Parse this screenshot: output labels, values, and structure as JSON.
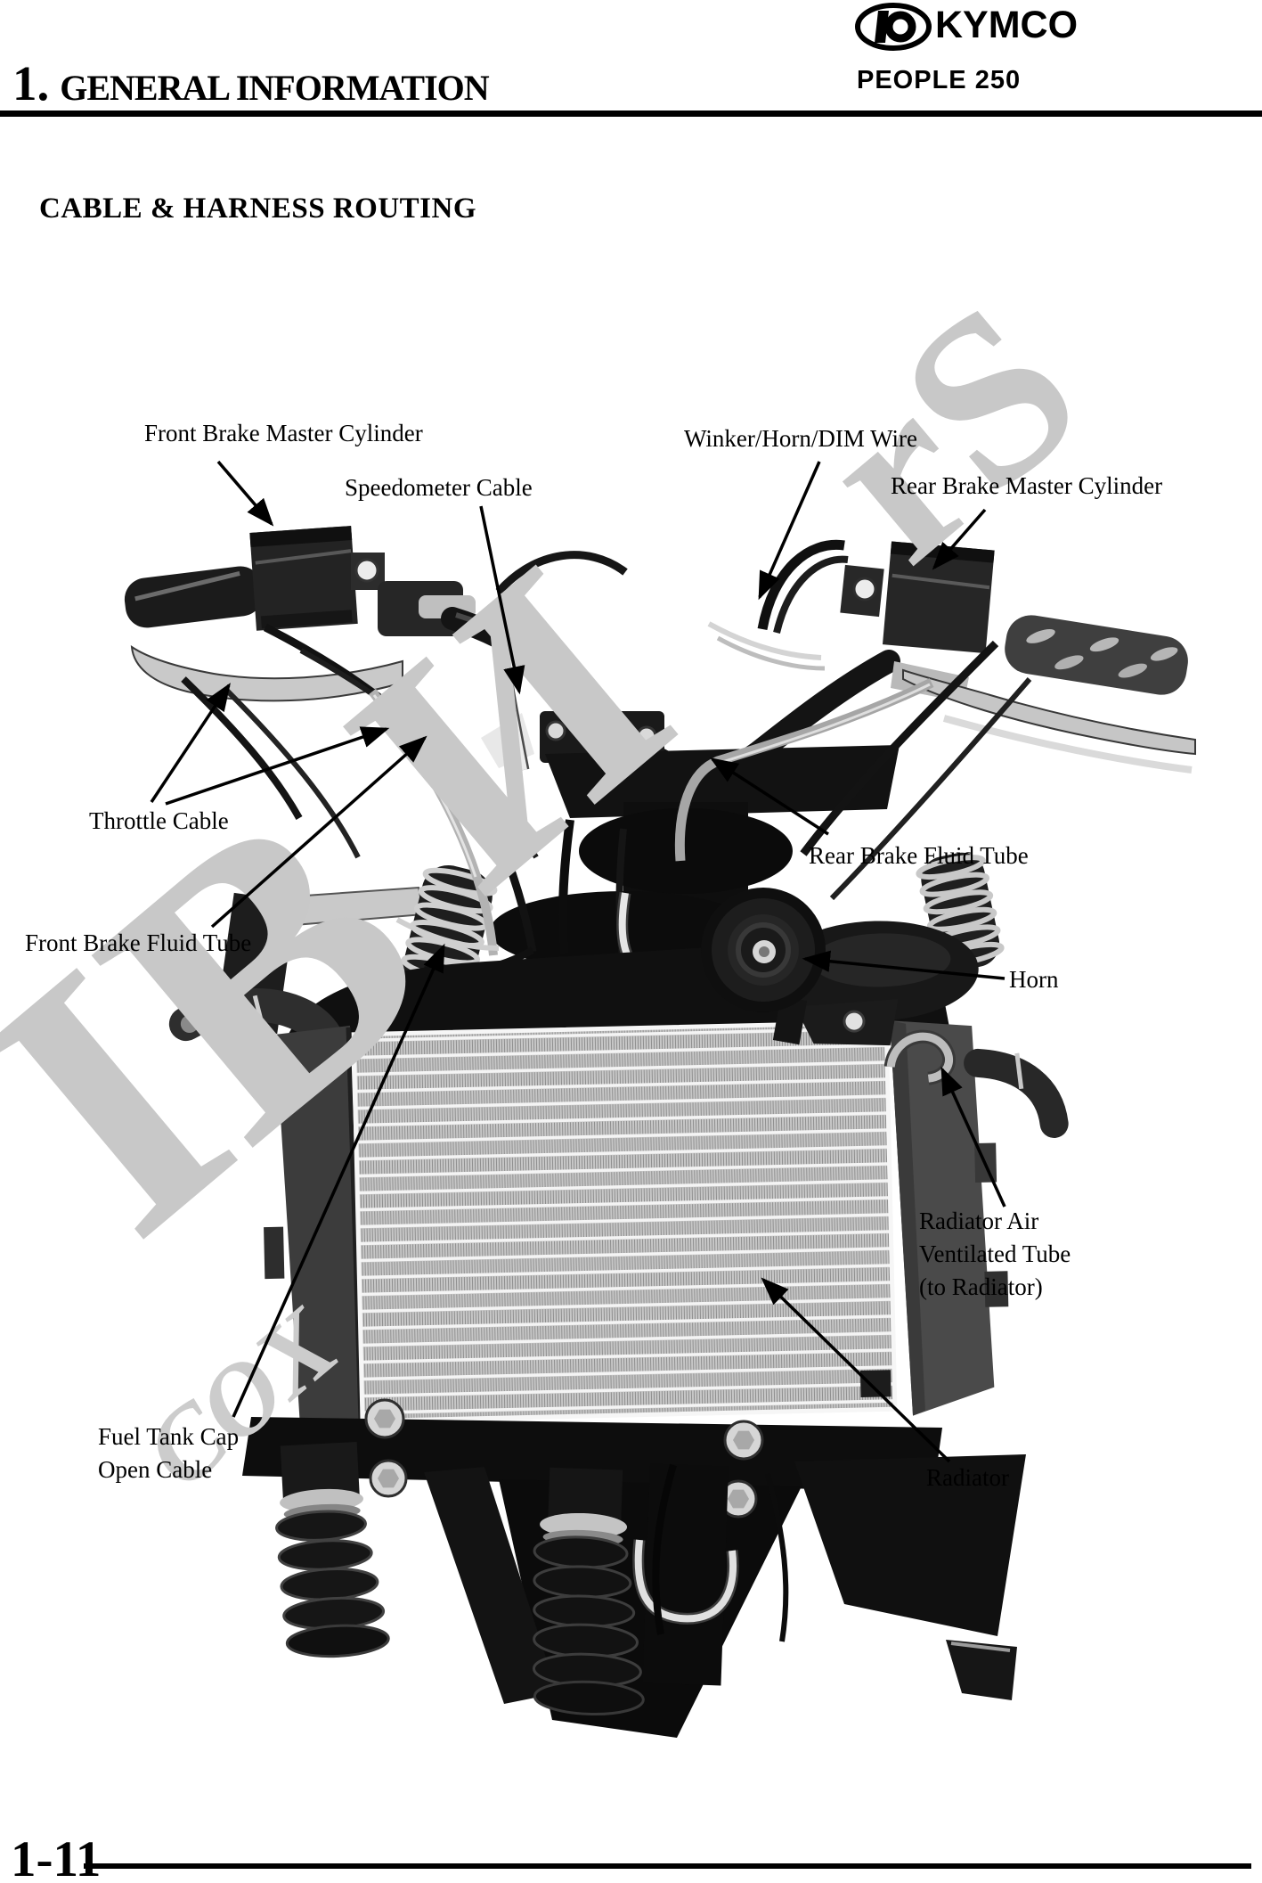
{
  "header": {
    "chapter_number": "1.",
    "chapter_title": "GENERAL INFORMATION",
    "brand": "KYMCO",
    "model": "PEOPLE 250"
  },
  "section_title": "CABLE & HARNESS ROUTING",
  "figure": {
    "callouts": [
      {
        "label": "Front Brake Master Cylinder"
      },
      {
        "label": "Speedometer Cable"
      },
      {
        "label": "Winker/Horn/DIM Wire"
      },
      {
        "label": "Rear Brake Master Cylinder"
      },
      {
        "label": "Throttle Cable"
      },
      {
        "label": "Front Brake Fluid Tube"
      },
      {
        "label": "Rear Brake Fluid Tube"
      },
      {
        "label": "Horn"
      },
      {
        "label": "Radiator Air\nVentilated Tube\n(to Radiator)"
      },
      {
        "label": "Fuel Tank Cap\nOpen Cable"
      },
      {
        "label": "Radiator"
      }
    ]
  },
  "watermark": {
    "fragment_bottom": "IB",
    "fragment_mid": "И",
    "fragment_top": "rS",
    "small_text": "COX"
  },
  "footer": {
    "page_number": "1-11"
  }
}
